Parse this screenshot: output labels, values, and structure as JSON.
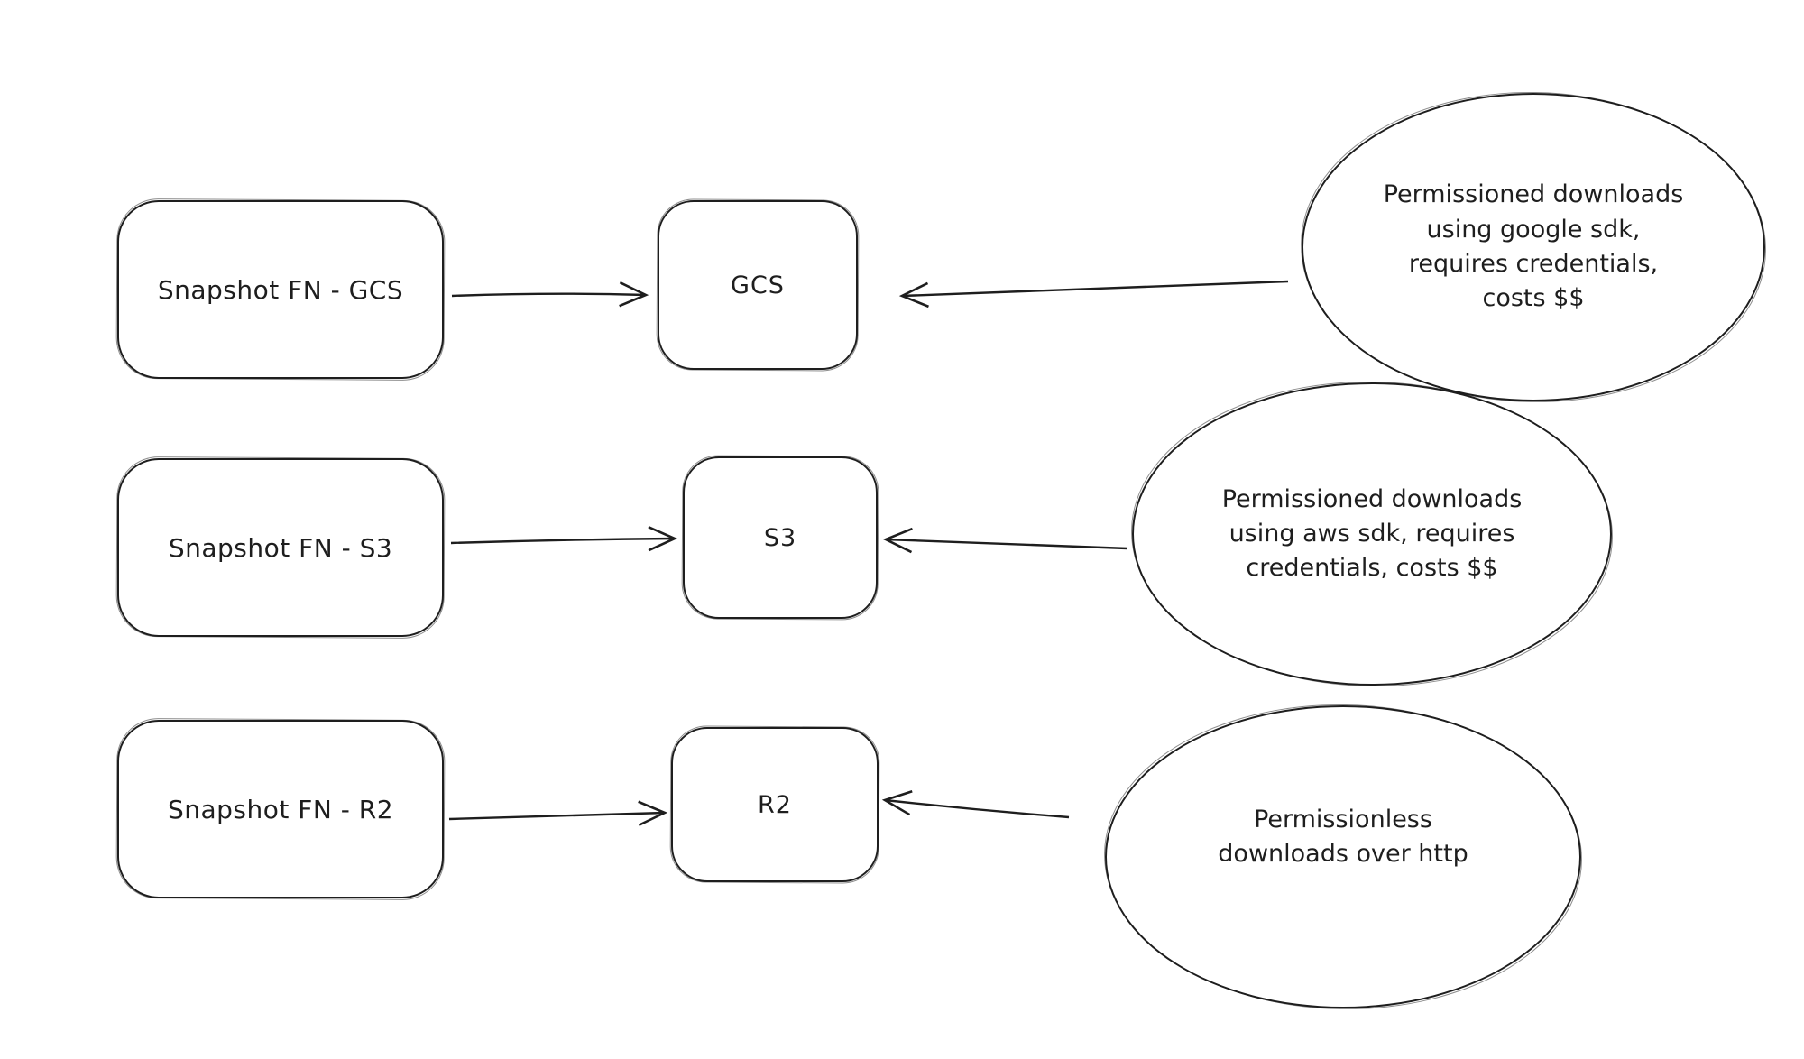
{
  "diagram": {
    "background": "#ffffff",
    "stroke_color": "#1e1e1e",
    "text_color": "#1e1e1e",
    "sources": [
      {
        "id": "snapshot-fn-gcs",
        "label": "Snapshot FN - GCS"
      },
      {
        "id": "snapshot-fn-s3",
        "label": "Snapshot FN - S3"
      },
      {
        "id": "snapshot-fn-r2",
        "label": "Snapshot FN - R2"
      }
    ],
    "targets": [
      {
        "id": "gcs",
        "label": "GCS"
      },
      {
        "id": "s3",
        "label": "S3"
      },
      {
        "id": "r2",
        "label": "R2"
      }
    ],
    "notes": [
      {
        "id": "note-gcs",
        "label": "Permissioned downloads\nusing google sdk,\nrequires credentials,\ncosts $$"
      },
      {
        "id": "note-s3",
        "label": "Permissioned downloads\nusing aws sdk, requires\ncredentials, costs $$"
      },
      {
        "id": "note-r2",
        "label": "Permissionless\ndownloads over http"
      }
    ],
    "edges": [
      {
        "from": "snapshot-fn-gcs",
        "to": "gcs"
      },
      {
        "from": "note-gcs",
        "to": "gcs"
      },
      {
        "from": "snapshot-fn-s3",
        "to": "s3"
      },
      {
        "from": "note-s3",
        "to": "s3"
      },
      {
        "from": "snapshot-fn-r2",
        "to": "r2"
      },
      {
        "from": "note-r2",
        "to": "r2"
      }
    ]
  }
}
